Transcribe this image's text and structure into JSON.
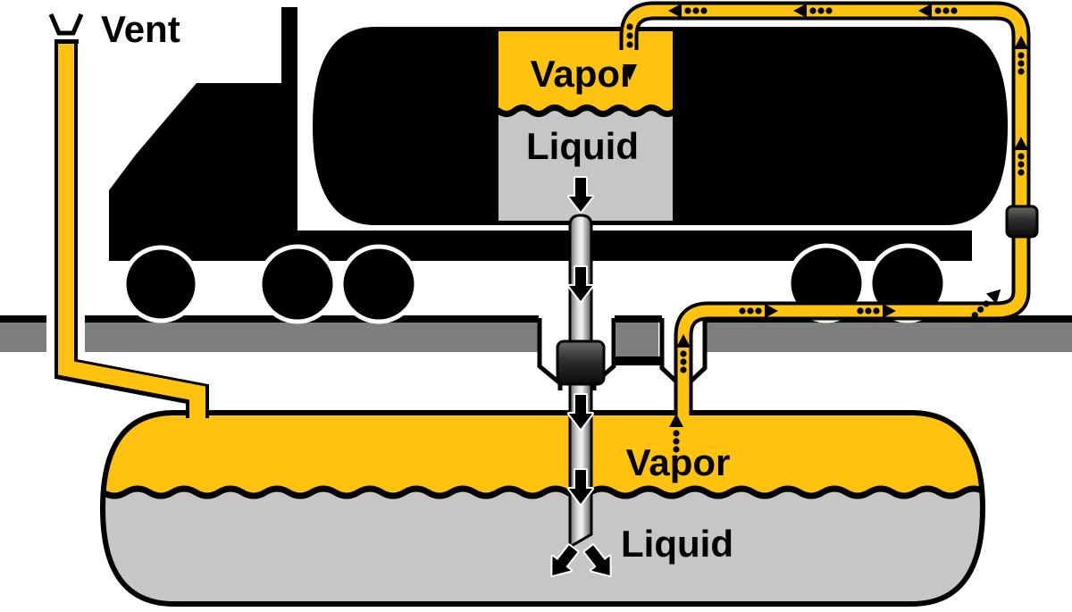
{
  "diagram": {
    "type": "fuel-delivery-vapor-recovery-diagram",
    "labels": {
      "vent": "Vent",
      "truck_tank_vapor": "Vapor",
      "truck_tank_liquid": "Liquid",
      "underground_tank_vapor": "Vapor",
      "underground_tank_liquid": "Liquid"
    },
    "colors": {
      "vapor_yellow": "#FFC20E",
      "liquid_gray": "#C6C6C6",
      "ground_gray": "#7E7E7E",
      "outline_black": "#000000",
      "background_white": "#FFFFFF"
    },
    "flows": {
      "liquid_direction": "down from tanker truck through drop tube into underground tank",
      "vapor_direction": "up from underground tank through vapor return pipe into tanker truck"
    }
  }
}
